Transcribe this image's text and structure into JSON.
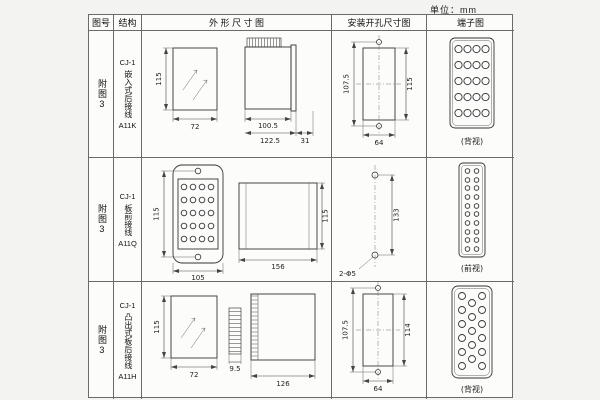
{
  "unit_label": "单位：mm",
  "headers": {
    "figure": "图号",
    "structure": "结构",
    "outline": "外 形 尺 寸 图",
    "mounting": "安装开孔尺寸图",
    "terminal": "端子图"
  },
  "rows": [
    {
      "figure": "附图3",
      "model": "CJ-1",
      "mount_type": "嵌入式后接线",
      "code": "A11K",
      "outline": {
        "height": "115",
        "width": "72",
        "body_depth": "100.5",
        "total_depth": "122.5",
        "front_depth": "31"
      },
      "mounting": {
        "hole_spacing": "107.5",
        "cutout_height": "115",
        "cutout_width": "64"
      },
      "terminal": {
        "view_label": "(背视)"
      }
    },
    {
      "figure": "附图3",
      "model": "CJ-1",
      "mount_type": "板前接线",
      "code": "A11Q",
      "outline": {
        "height": "115",
        "width": "105",
        "depth": "156",
        "side_height": "115"
      },
      "mounting": {
        "hole_spacing": "133",
        "hole_note": "2-Φ5"
      },
      "terminal": {
        "view_label": "(前视)"
      }
    },
    {
      "figure": "附图3",
      "model": "CJ-1",
      "mount_type": "凸出式板后接线",
      "code": "A11H",
      "outline": {
        "height": "115",
        "width": "72",
        "pin_depth": "9.5",
        "depth": "126"
      },
      "mounting": {
        "hole_spacing": "107.5",
        "height2": "114",
        "width": "64"
      },
      "terminal": {
        "view_label": "(背视)"
      }
    }
  ]
}
